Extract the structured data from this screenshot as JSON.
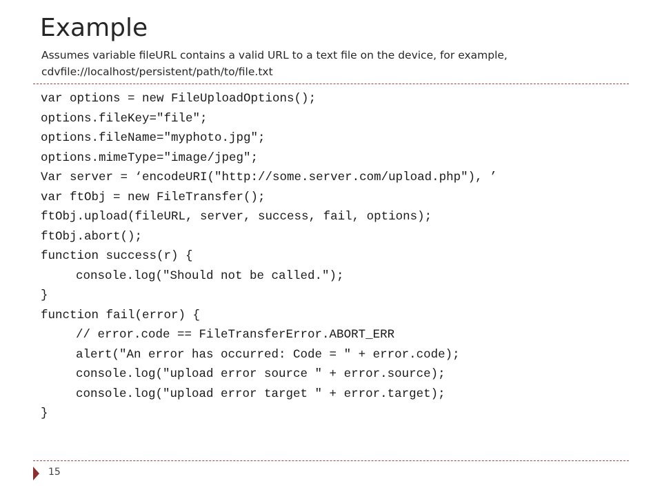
{
  "slide": {
    "title": "Example",
    "subtitle_lines": [
      "Assumes variable fileURL contains a valid URL to a text file on the device, for example,",
      "cdvfile://localhost/persistent/path/to/file.txt"
    ],
    "code_lines": [
      {
        "text": "var options = new FileUploadOptions();",
        "indent": false
      },
      {
        "text": "options.fileKey=\"file\";",
        "indent": false
      },
      {
        "text": "options.fileName=\"myphoto.jpg\";",
        "indent": false
      },
      {
        "text": "options.mimeType=\"image/jpeg\";",
        "indent": false
      },
      {
        "text": "Var server = ‘encodeURI(\"http://some.server.com/upload.php\"), ’",
        "indent": false
      },
      {
        "text": "var ftObj = new FileTransfer();",
        "indent": false
      },
      {
        "text": "ftObj.upload(fileURL, server, success, fail, options);",
        "indent": false
      },
      {
        "text": "ftObj.abort();",
        "indent": false
      },
      {
        "text": "function success(r) {",
        "indent": false
      },
      {
        "text": "console.log(\"Should not be called.\");",
        "indent": true
      },
      {
        "text": "}",
        "indent": false
      },
      {
        "text": "function fail(error) {",
        "indent": false
      },
      {
        "text": "// error.code == FileTransferError.ABORT_ERR",
        "indent": true
      },
      {
        "text": "alert(\"An error has occurred: Code = \" + error.code);",
        "indent": true
      },
      {
        "text": "console.log(\"upload error source \" + error.source);",
        "indent": true
      },
      {
        "text": "console.log(\"upload error target \" + error.target);",
        "indent": true
      },
      {
        "text": "}",
        "indent": false
      }
    ],
    "page_number": "15"
  },
  "colors": {
    "accent": "#8b2f2f",
    "divider": "#9b4a4a",
    "text": "#262626"
  }
}
